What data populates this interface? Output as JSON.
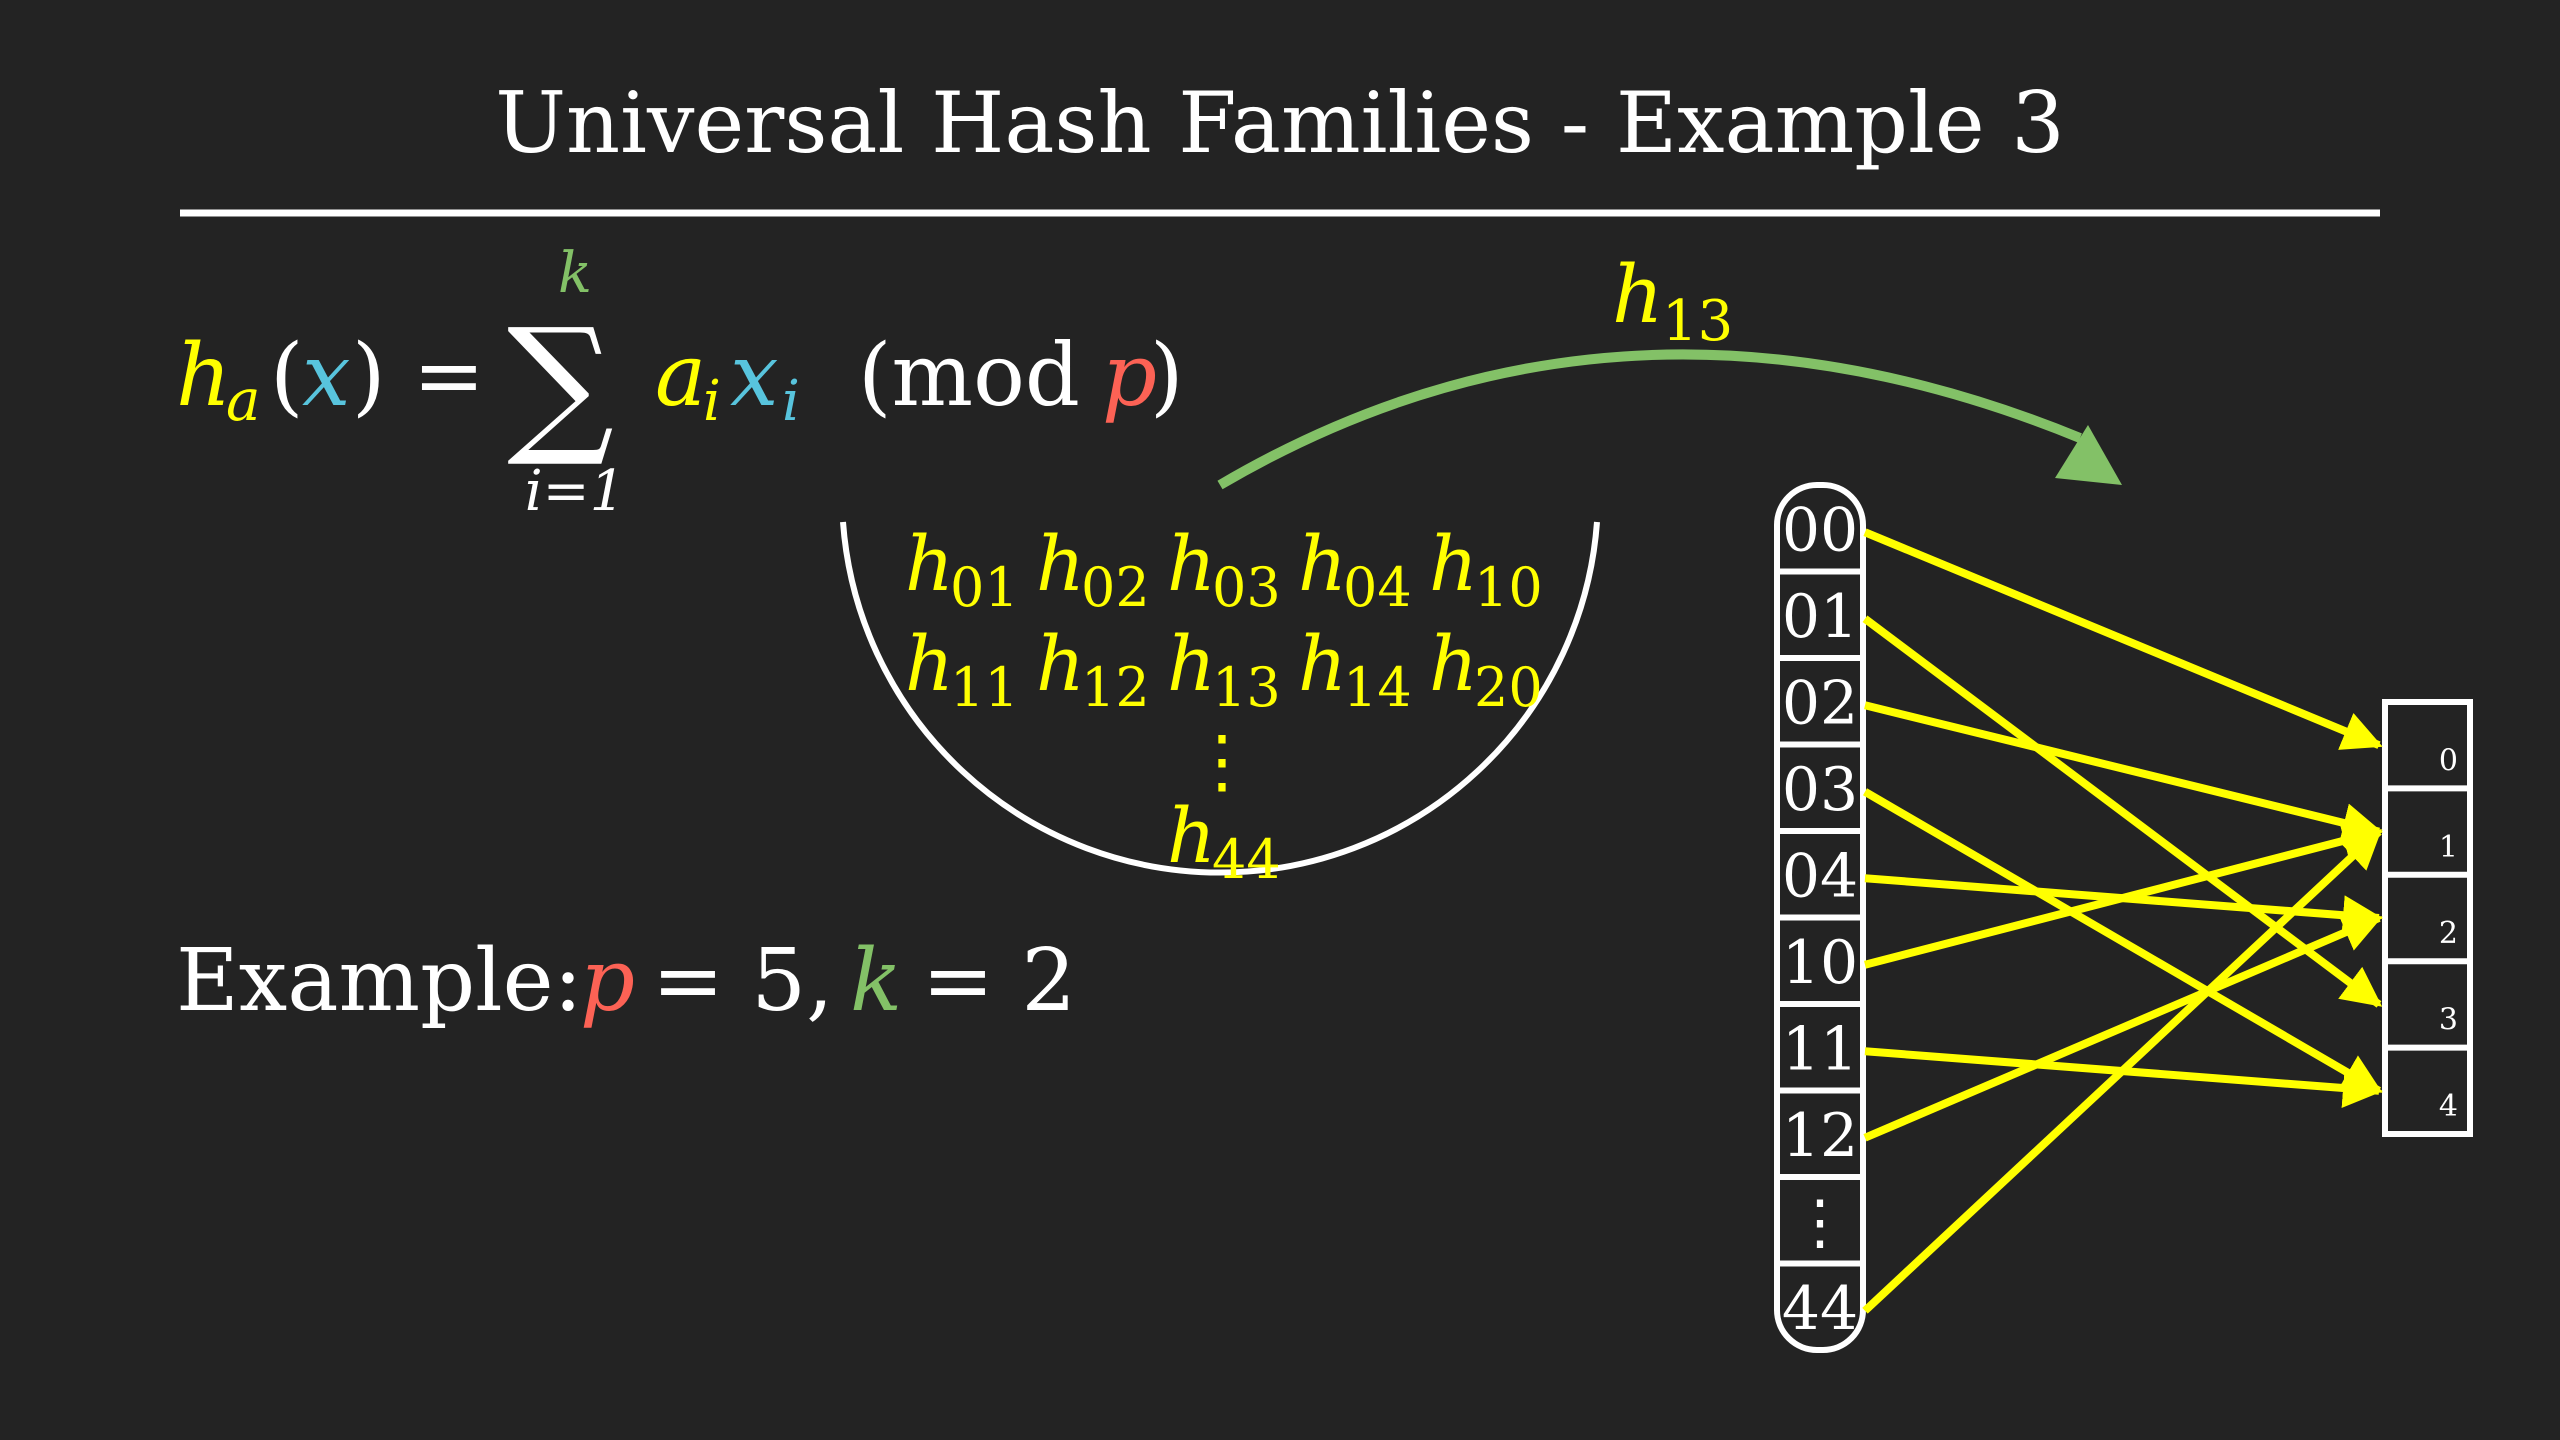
{
  "title": "Universal Hash Families - Example 3",
  "colors": {
    "background": "#232323",
    "white": "#ffffff",
    "yellow": "#ffff00",
    "blue": "#58c4dd",
    "red": "#fc6255",
    "green": "#83c167"
  },
  "formula": {
    "h": "h",
    "a_sub": "a",
    "lparen": "(",
    "x": "x",
    "rparen_eq": ") =",
    "sigma": "∑",
    "upper": "k",
    "lower": "i=1",
    "a_i": "a",
    "a_i_sub": "i",
    "x_i": "x",
    "x_i_sub": "i",
    "mod_open": "(mod",
    "p": "p",
    "mod_close": ")"
  },
  "arrow_label": {
    "h": "h",
    "sub": "13"
  },
  "family": {
    "row1": [
      {
        "h": "h",
        "sub": "01"
      },
      {
        "h": "h",
        "sub": "02"
      },
      {
        "h": "h",
        "sub": "03"
      },
      {
        "h": "h",
        "sub": "04"
      },
      {
        "h": "h",
        "sub": "10"
      }
    ],
    "row2": [
      {
        "h": "h",
        "sub": "11"
      },
      {
        "h": "h",
        "sub": "12"
      },
      {
        "h": "h",
        "sub": "13"
      },
      {
        "h": "h",
        "sub": "14"
      },
      {
        "h": "h",
        "sub": "20"
      }
    ],
    "dots": "⋮",
    "last": {
      "h": "h",
      "sub": "44"
    }
  },
  "example": {
    "label": "Example:",
    "p": "p",
    "p_eq": "= 5,",
    "k": "k",
    "k_eq": "= 2"
  },
  "keys": [
    "00",
    "01",
    "02",
    "03",
    "04",
    "10",
    "11",
    "12",
    "⋮",
    "44"
  ],
  "buckets": [
    "0",
    "1",
    "2",
    "3",
    "4"
  ],
  "mapping": [
    {
      "key": "00",
      "bucket": 0
    },
    {
      "key": "01",
      "bucket": 3
    },
    {
      "key": "02",
      "bucket": 1
    },
    {
      "key": "03",
      "bucket": 4
    },
    {
      "key": "04",
      "bucket": 2
    },
    {
      "key": "10",
      "bucket": 1
    },
    {
      "key": "11",
      "bucket": 4
    },
    {
      "key": "12",
      "bucket": 2
    },
    {
      "key": "44",
      "bucket": 1
    }
  ]
}
